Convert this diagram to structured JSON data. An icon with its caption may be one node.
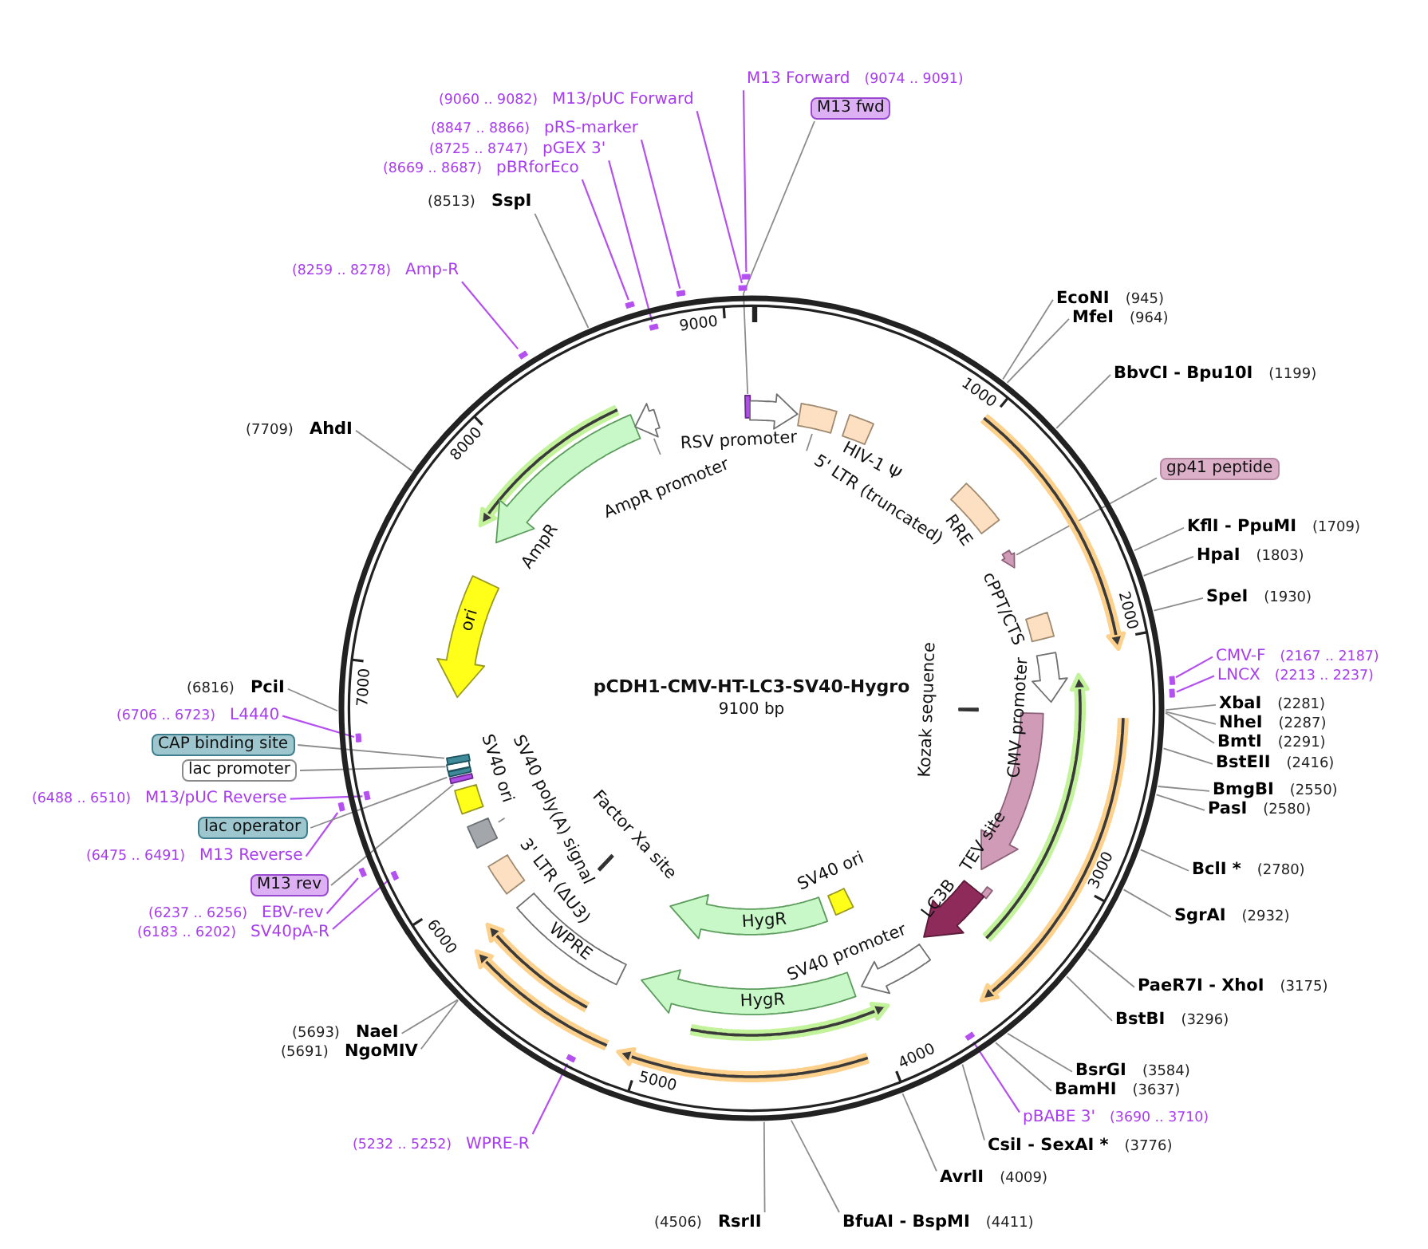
{
  "diagram": {
    "nodes": [
      {
        "text": [
          "pCDH1-CMV-HT-LC3-SV40-Hygro",
          "9100 bp"
        ]
      },
      {
        "text": [],
        "shape": "bar",
        "in": 0
      },
      {
        "text": [],
        "shape": "arrow",
        "beside": [
          "RSV promoter"
        ],
        "in": 0
      },
      {
        "text": [],
        "shape": "box",
        "in": 0
      },
      {
        "text": [],
        "shape": "box",
        "beside": [
          "HIV-1 Ψ"
        ],
        "in": 0
      },
      {
        "text": [],
        "shape": "box",
        "beside": [
          "RRE"
        ],
        "in": 0
      },
      {
        "text": [],
        "shape": "arrow",
        "in": 0
      },
      {
        "text": [],
        "shape": "box",
        "beside": [
          "cPPT/CTS"
        ],
        "in": 0
      },
      {
        "text": [],
        "shape": "arrow",
        "beside": [
          "CMV promoter"
        ],
        "in": 0
      },
      {
        "text": [],
        "shape": "bar",
        "beside": [
          "Kozak sequence"
        ],
        "in": 0
      },
      {
        "text": [],
        "shape": "arrow",
        "in": 0
      },
      {
        "text": [],
        "shape": "bar",
        "in": 0
      },
      {
        "text": [],
        "shape": "arrow",
        "beside": [
          "LC3B"
        ],
        "in": 0
      },
      {
        "text": [],
        "shape": "arrow",
        "beside": [
          "SV40 promoter"
        ],
        "in": 0
      },
      {
        "text": [],
        "shape": "box",
        "beside": [
          "SV40 ori"
        ],
        "in": 0
      },
      {
        "text": [
          "HygR"
        ],
        "in": 0
      },
      {
        "text": [
          "HygR"
        ],
        "in": 0
      },
      {
        "text": [],
        "shape": "bar",
        "beside": [
          "Factor Xa site"
        ],
        "in": 0
      },
      {
        "text": [
          "WPRE"
        ],
        "in": 0
      },
      {
        "text": [],
        "shape": "box",
        "beside": [
          "3' LTR (ΔU3)"
        ],
        "in": 0
      },
      {
        "text": [],
        "shape": "box",
        "in": 0
      },
      {
        "text": [],
        "shape": "box",
        "beside": [
          "SV40 ori"
        ],
        "in": 0
      },
      {
        "text": [],
        "shape": "bar",
        "in": 0
      },
      {
        "text": [],
        "shape": "bar",
        "in": 0
      },
      {
        "text": [],
        "shape": "bar",
        "in": 0
      },
      {
        "text": [],
        "shape": "bar",
        "in": 0
      },
      {
        "text": [
          "ori"
        ],
        "in": 0
      },
      {
        "text": [],
        "shape": "arrow",
        "beside": [
          "AmpR"
        ],
        "in": 0
      },
      {
        "text": [],
        "shape": "arrow",
        "in": 0
      },
      {
        "text": [
          "EcoNI",
          "(945)"
        ]
      },
      {
        "text": [
          "MfeI",
          "(964)"
        ]
      },
      {
        "text": [
          "BbvCI - Bpu10I",
          "(1199)"
        ]
      },
      {
        "text": [
          "gp41 peptide"
        ]
      },
      {
        "text": [
          "KflI - PpuMI",
          "(1709)"
        ]
      },
      {
        "text": [
          "HpaI",
          "(1803)"
        ]
      },
      {
        "text": [
          "SpeI",
          "(1930)"
        ]
      },
      {
        "text": [
          "CMV-F",
          "(2167 .. 2187)"
        ]
      },
      {
        "text": [],
        "shape": "bar"
      },
      {
        "text": [
          "LNCX",
          "(2213 .. 2237)"
        ]
      },
      {
        "text": [],
        "shape": "bar"
      },
      {
        "text": [
          "XbaI",
          "(2281)"
        ]
      },
      {
        "text": [
          "NheI",
          "(2287)"
        ]
      },
      {
        "text": [
          "BmtI",
          "(2291)"
        ]
      },
      {
        "text": [
          "BstEII",
          "(2416)"
        ]
      },
      {
        "text": [
          "BmgBI",
          "(2550)"
        ]
      },
      {
        "text": [
          "PasI",
          "(2580)"
        ]
      },
      {
        "text": [
          "BclI *",
          "(2780)"
        ]
      },
      {
        "text": [
          "SgrAI",
          "(2932)"
        ]
      },
      {
        "text": [
          "PaeR7I - XhoI",
          "(3175)"
        ]
      },
      {
        "text": [
          "BstBI",
          "(3296)"
        ]
      },
      {
        "text": [
          "BsrGI",
          "(3584)"
        ]
      },
      {
        "text": [
          "BamHI",
          "(3637)"
        ]
      },
      {
        "text": [
          "pBABE 3'",
          "(3690 .. 3710)"
        ]
      },
      {
        "text": [],
        "shape": "bar",
        "in": 0
      },
      {
        "text": [
          "CsiI - SexAI *",
          "(3776)"
        ]
      },
      {
        "text": [
          "AvrII",
          "(4009)"
        ]
      },
      {
        "text": [
          "BfuAI - BspMI",
          "(4411)"
        ]
      },
      {
        "text": [
          "(4506)",
          "RsrII"
        ]
      },
      {
        "text": [
          "(5232 .. 5252)",
          "WPRE-R"
        ]
      },
      {
        "text": [],
        "shape": "bar",
        "in": 0
      },
      {
        "text": [
          "(5693)",
          "NaeI"
        ]
      },
      {
        "text": [
          "(5691)",
          "NgoMIV"
        ]
      },
      {
        "text": [
          "(6183 .. 6202)",
          "SV40pA-R"
        ]
      },
      {
        "text": [],
        "shape": "bar",
        "in": 0
      },
      {
        "text": [
          "(6237 .. 6256)",
          "EBV-rev"
        ]
      },
      {
        "text": [],
        "shape": "bar"
      },
      {
        "text": [
          "M13 rev"
        ]
      },
      {
        "text": [
          "(6475 .. 6491)",
          "M13 Reverse"
        ]
      },
      {
        "text": [],
        "shape": "bar"
      },
      {
        "text": [
          "lac operator"
        ]
      },
      {
        "text": [
          "(6488 .. 6510)",
          "M13/pUC Reverse"
        ]
      },
      {
        "text": [],
        "shape": "bar",
        "in": 0
      },
      {
        "text": [
          "lac promoter"
        ]
      },
      {
        "text": [
          "CAP binding site"
        ]
      },
      {
        "text": [
          "(6706 .. 6723)",
          "L4440"
        ]
      },
      {
        "text": [],
        "shape": "bar",
        "in": 0
      },
      {
        "text": [
          "(6816)",
          "PciI"
        ]
      },
      {
        "text": [
          "(7709)",
          "AhdI"
        ]
      },
      {
        "text": [
          "(8259 .. 8278)",
          "Amp-R"
        ]
      },
      {
        "text": [],
        "shape": "bar"
      },
      {
        "text": [
          "(8513)",
          "SspI"
        ]
      },
      {
        "text": [
          "(8669 .. 8687)",
          "pBRforEco"
        ]
      },
      {
        "text": [],
        "shape": "bar"
      },
      {
        "text": [
          "(8725 .. 8747)",
          "pGEX 3'"
        ]
      },
      {
        "text": [],
        "shape": "bar",
        "in": 0
      },
      {
        "text": [
          "(8847 .. 8866)",
          "pRS-marker"
        ]
      },
      {
        "text": [],
        "shape": "bar"
      },
      {
        "text": [
          "(9060 .. 9082)",
          "M13/pUC Forward"
        ]
      },
      {
        "text": [],
        "shape": "bar"
      },
      {
        "text": [
          "M13 Forward",
          "(9074 .. 9091)"
        ]
      },
      {
        "text": [],
        "shape": "bar"
      },
      {
        "text": [
          "M13 fwd"
        ]
      },
      {
        "text": [
          "5' LTR (truncated)"
        ],
        "in": 0
      },
      {
        "text": [
          "AmpR promoter"
        ],
        "in": 0
      },
      {
        "text": [
          "SV40 poly(A) signal"
        ],
        "in": 0
      }
    ],
    "edges": [
      {
        "from": 29,
        "to": 0,
        "arrow": "none"
      },
      {
        "from": 30,
        "to": 0,
        "arrow": "none"
      },
      {
        "from": 31,
        "to": 0,
        "arrow": "none"
      },
      {
        "from": 32,
        "to": 6,
        "arrow": "none"
      },
      {
        "from": 33,
        "to": 0,
        "arrow": "none"
      },
      {
        "from": 34,
        "to": 0,
        "arrow": "none"
      },
      {
        "from": 35,
        "to": 0,
        "arrow": "none"
      },
      {
        "from": 36,
        "to": 37,
        "arrow": "none",
        "color": "#b44ff0"
      },
      {
        "from": 38,
        "to": 39,
        "arrow": "none",
        "color": "#b44ff0"
      },
      {
        "from": 40,
        "to": 0,
        "arrow": "none"
      },
      {
        "from": 41,
        "to": 0,
        "arrow": "none"
      },
      {
        "from": 42,
        "to": 0,
        "arrow": "none"
      },
      {
        "from": 43,
        "to": 0,
        "arrow": "none"
      },
      {
        "from": 44,
        "to": 0,
        "arrow": "none"
      },
      {
        "from": 45,
        "to": 0,
        "arrow": "none"
      },
      {
        "from": 46,
        "to": 0,
        "arrow": "none"
      },
      {
        "from": 47,
        "to": 0,
        "arrow": "none"
      },
      {
        "from": 48,
        "to": 0,
        "arrow": "none"
      },
      {
        "from": 49,
        "to": 0,
        "arrow": "none"
      },
      {
        "from": 50,
        "to": 0,
        "arrow": "none"
      },
      {
        "from": 51,
        "to": 0,
        "arrow": "none"
      },
      {
        "from": 52,
        "to": 53,
        "arrow": "none",
        "color": "#b44ff0"
      },
      {
        "from": 54,
        "to": 0,
        "arrow": "none"
      },
      {
        "from": 55,
        "to": 0,
        "arrow": "none"
      },
      {
        "from": 56,
        "to": 0,
        "arrow": "none"
      },
      {
        "from": 57,
        "to": 0,
        "arrow": "none"
      },
      {
        "from": 58,
        "to": 59,
        "arrow": "none",
        "color": "#b44ff0"
      },
      {
        "from": 60,
        "to": 0,
        "arrow": "none"
      },
      {
        "from": 61,
        "to": 0,
        "arrow": "none"
      },
      {
        "from": 62,
        "to": 63,
        "arrow": "none",
        "color": "#b44ff0"
      },
      {
        "from": 64,
        "to": 65,
        "arrow": "none",
        "color": "#b44ff0"
      },
      {
        "from": 66,
        "to": 22,
        "arrow": "none"
      },
      {
        "from": 67,
        "to": 68,
        "arrow": "none",
        "color": "#b44ff0"
      },
      {
        "from": 69,
        "to": 23,
        "arrow": "none"
      },
      {
        "from": 70,
        "to": 71,
        "arrow": "none",
        "color": "#b44ff0"
      },
      {
        "from": 72,
        "to": 24,
        "arrow": "none"
      },
      {
        "from": 73,
        "to": 25,
        "arrow": "none"
      },
      {
        "from": 74,
        "to": 75,
        "arrow": "none",
        "color": "#b44ff0"
      },
      {
        "from": 76,
        "to": 0,
        "arrow": "none"
      },
      {
        "from": 77,
        "to": 0,
        "arrow": "none"
      },
      {
        "from": 78,
        "to": 79,
        "arrow": "none",
        "color": "#b44ff0"
      },
      {
        "from": 80,
        "to": 0,
        "arrow": "none"
      },
      {
        "from": 81,
        "to": 82,
        "arrow": "none",
        "color": "#b44ff0"
      },
      {
        "from": 83,
        "to": 84,
        "arrow": "none",
        "color": "#b44ff0"
      },
      {
        "from": 85,
        "to": 86,
        "arrow": "none",
        "color": "#b44ff0"
      },
      {
        "from": 87,
        "to": 88,
        "arrow": "none",
        "color": "#b44ff0"
      },
      {
        "from": 89,
        "to": 90,
        "arrow": "none",
        "color": "#b44ff0"
      },
      {
        "from": 91,
        "to": 1,
        "arrow": "none"
      },
      {
        "from": 92,
        "to": 3,
        "arrow": "none"
      },
      {
        "from": 93,
        "to": 28,
        "arrow": "none"
      },
      {
        "from": 94,
        "to": 20,
        "arrow": "none"
      }
    ],
    "labels": [
      "1000",
      "2000",
      "3000",
      "4000",
      "5000",
      "6000",
      "7000",
      "8000",
      "9000",
      "TEV site"
    ]
  }
}
